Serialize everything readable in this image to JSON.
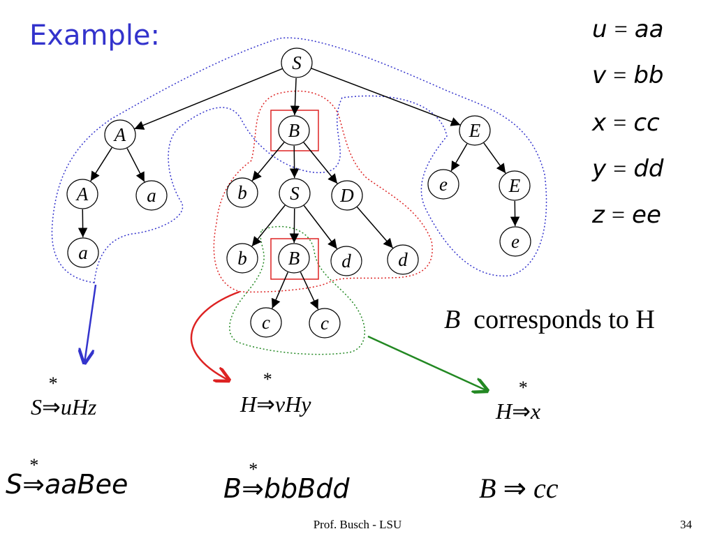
{
  "title": "Example:",
  "definitions": [
    {
      "var": "u",
      "value": "aa"
    },
    {
      "var": "v",
      "value": "bb"
    },
    {
      "var": "x",
      "value": "cc"
    },
    {
      "var": "y",
      "value": "dd"
    },
    {
      "var": "z",
      "value": "ee"
    }
  ],
  "tree": {
    "nodes": [
      {
        "id": "S1",
        "label": "S"
      },
      {
        "id": "A1",
        "label": "A"
      },
      {
        "id": "B1",
        "label": "B"
      },
      {
        "id": "E1",
        "label": "E"
      },
      {
        "id": "A2",
        "label": "A"
      },
      {
        "id": "a1",
        "label": "a"
      },
      {
        "id": "a2",
        "label": "a"
      },
      {
        "id": "b1",
        "label": "b"
      },
      {
        "id": "S2",
        "label": "S"
      },
      {
        "id": "D1",
        "label": "D"
      },
      {
        "id": "b2",
        "label": "b"
      },
      {
        "id": "B2",
        "label": "B"
      },
      {
        "id": "d1",
        "label": "d"
      },
      {
        "id": "d2",
        "label": "d"
      },
      {
        "id": "c1",
        "label": "c"
      },
      {
        "id": "c2",
        "label": "c"
      },
      {
        "id": "e1",
        "label": "e"
      },
      {
        "id": "E2",
        "label": "E"
      },
      {
        "id": "e2",
        "label": "e"
      }
    ],
    "edges": [
      [
        "S1",
        "A1"
      ],
      [
        "S1",
        "B1"
      ],
      [
        "S1",
        "E1"
      ],
      [
        "A1",
        "A2"
      ],
      [
        "A1",
        "a1"
      ],
      [
        "A2",
        "a2"
      ],
      [
        "B1",
        "b1"
      ],
      [
        "B1",
        "S2"
      ],
      [
        "B1",
        "D1"
      ],
      [
        "S2",
        "b2"
      ],
      [
        "S2",
        "B2"
      ],
      [
        "S2",
        "d1"
      ],
      [
        "D1",
        "d2"
      ],
      [
        "B2",
        "c1"
      ],
      [
        "B2",
        "c2"
      ],
      [
        "E1",
        "e1"
      ],
      [
        "E1",
        "E2"
      ],
      [
        "E2",
        "e2"
      ]
    ]
  },
  "correspondence": {
    "var": "B",
    "text": "corresponds to H"
  },
  "derivations": [
    {
      "lhs": "S",
      "arrow": "⇒",
      "star": "*",
      "rhs": "uHz"
    },
    {
      "lhs": "H",
      "arrow": "⇒",
      "star": "*",
      "rhs": "vHy"
    },
    {
      "lhs": "H",
      "arrow": "⇒",
      "star": "*",
      "rhs": "x"
    }
  ],
  "results": [
    {
      "lhs": "S",
      "arrow": "⇒",
      "star": "*",
      "rhs": "aaBee"
    },
    {
      "lhs": "B",
      "arrow": "⇒",
      "star": "*",
      "rhs": "bbBdd"
    },
    {
      "lhs": "B",
      "arrow": "⇒",
      "star": "",
      "rhs": "cc"
    }
  ],
  "footer": "Prof. Busch - LSU",
  "page_number": "34",
  "colors": {
    "title": "#3333cc",
    "blue": "#3333cc",
    "red": "#dd2222",
    "green": "#228822"
  }
}
